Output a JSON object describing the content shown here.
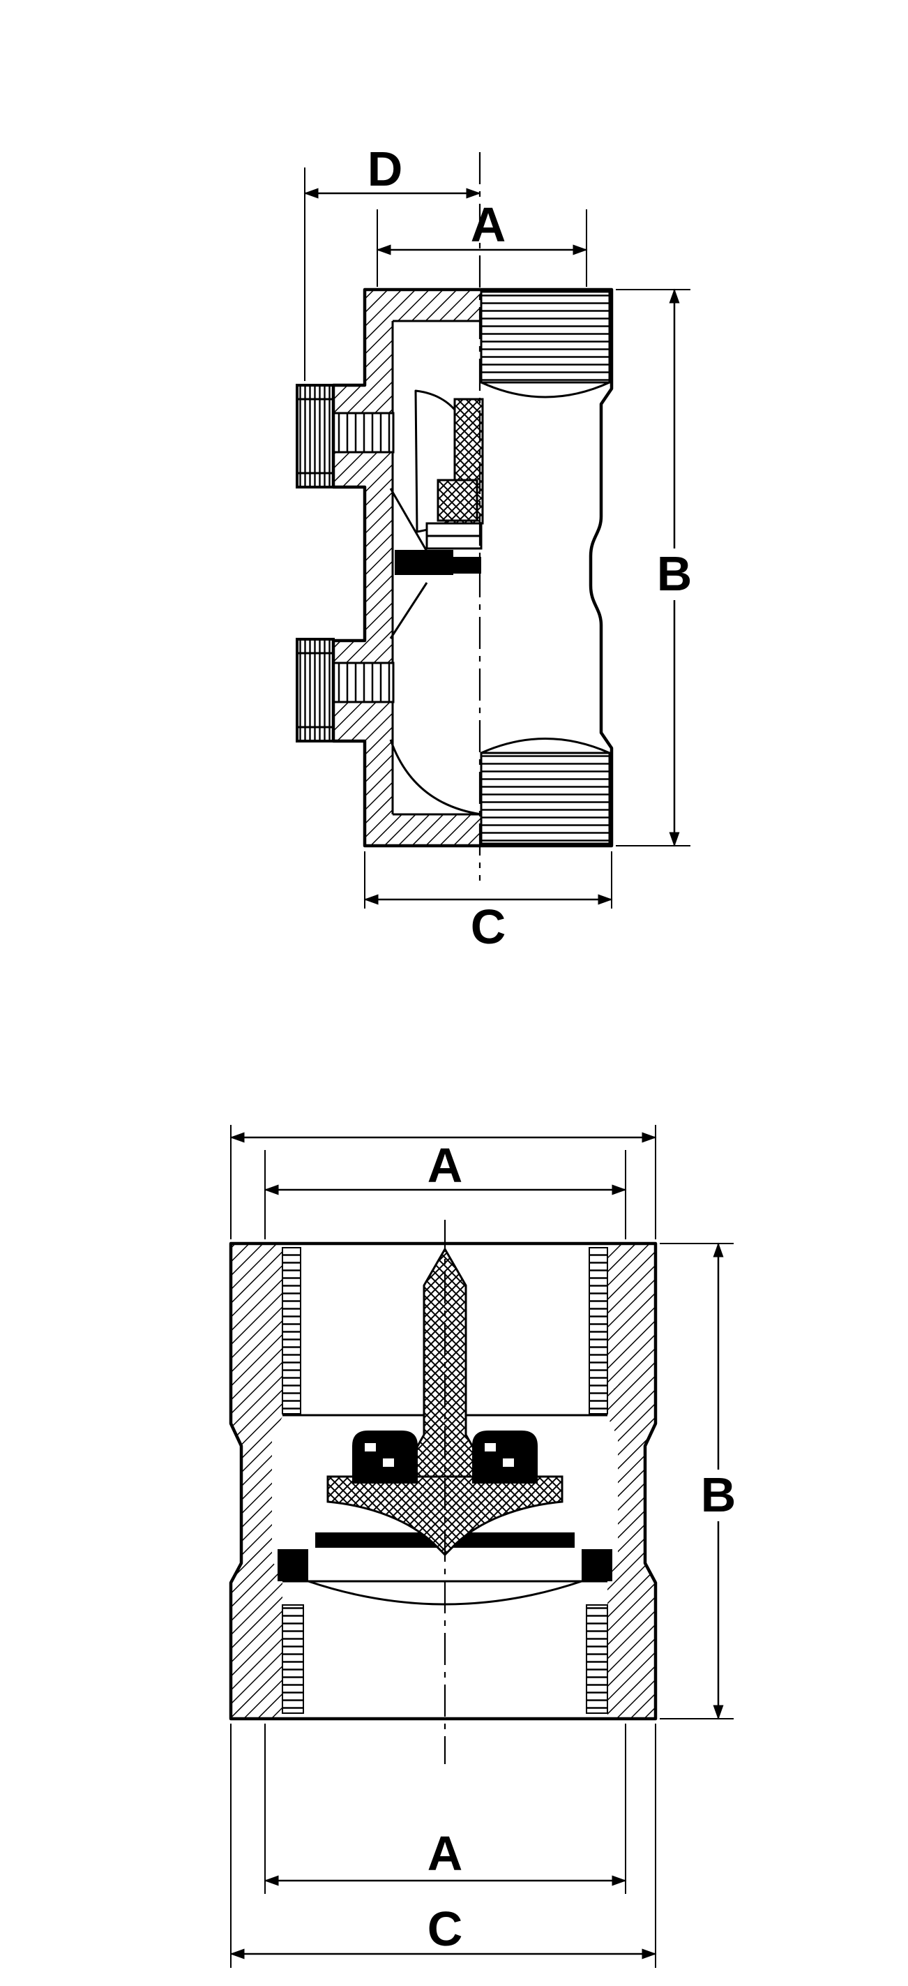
{
  "drawing": {
    "background_color": "#ffffff",
    "line_color": "#000000"
  },
  "top_view": {
    "dim_d": "D",
    "dim_a": "A",
    "dim_b": "B",
    "dim_c": "C"
  },
  "bottom_view": {
    "dim_a_top": "A",
    "dim_b": "B",
    "dim_a_bottom": "A",
    "dim_c": "C"
  }
}
